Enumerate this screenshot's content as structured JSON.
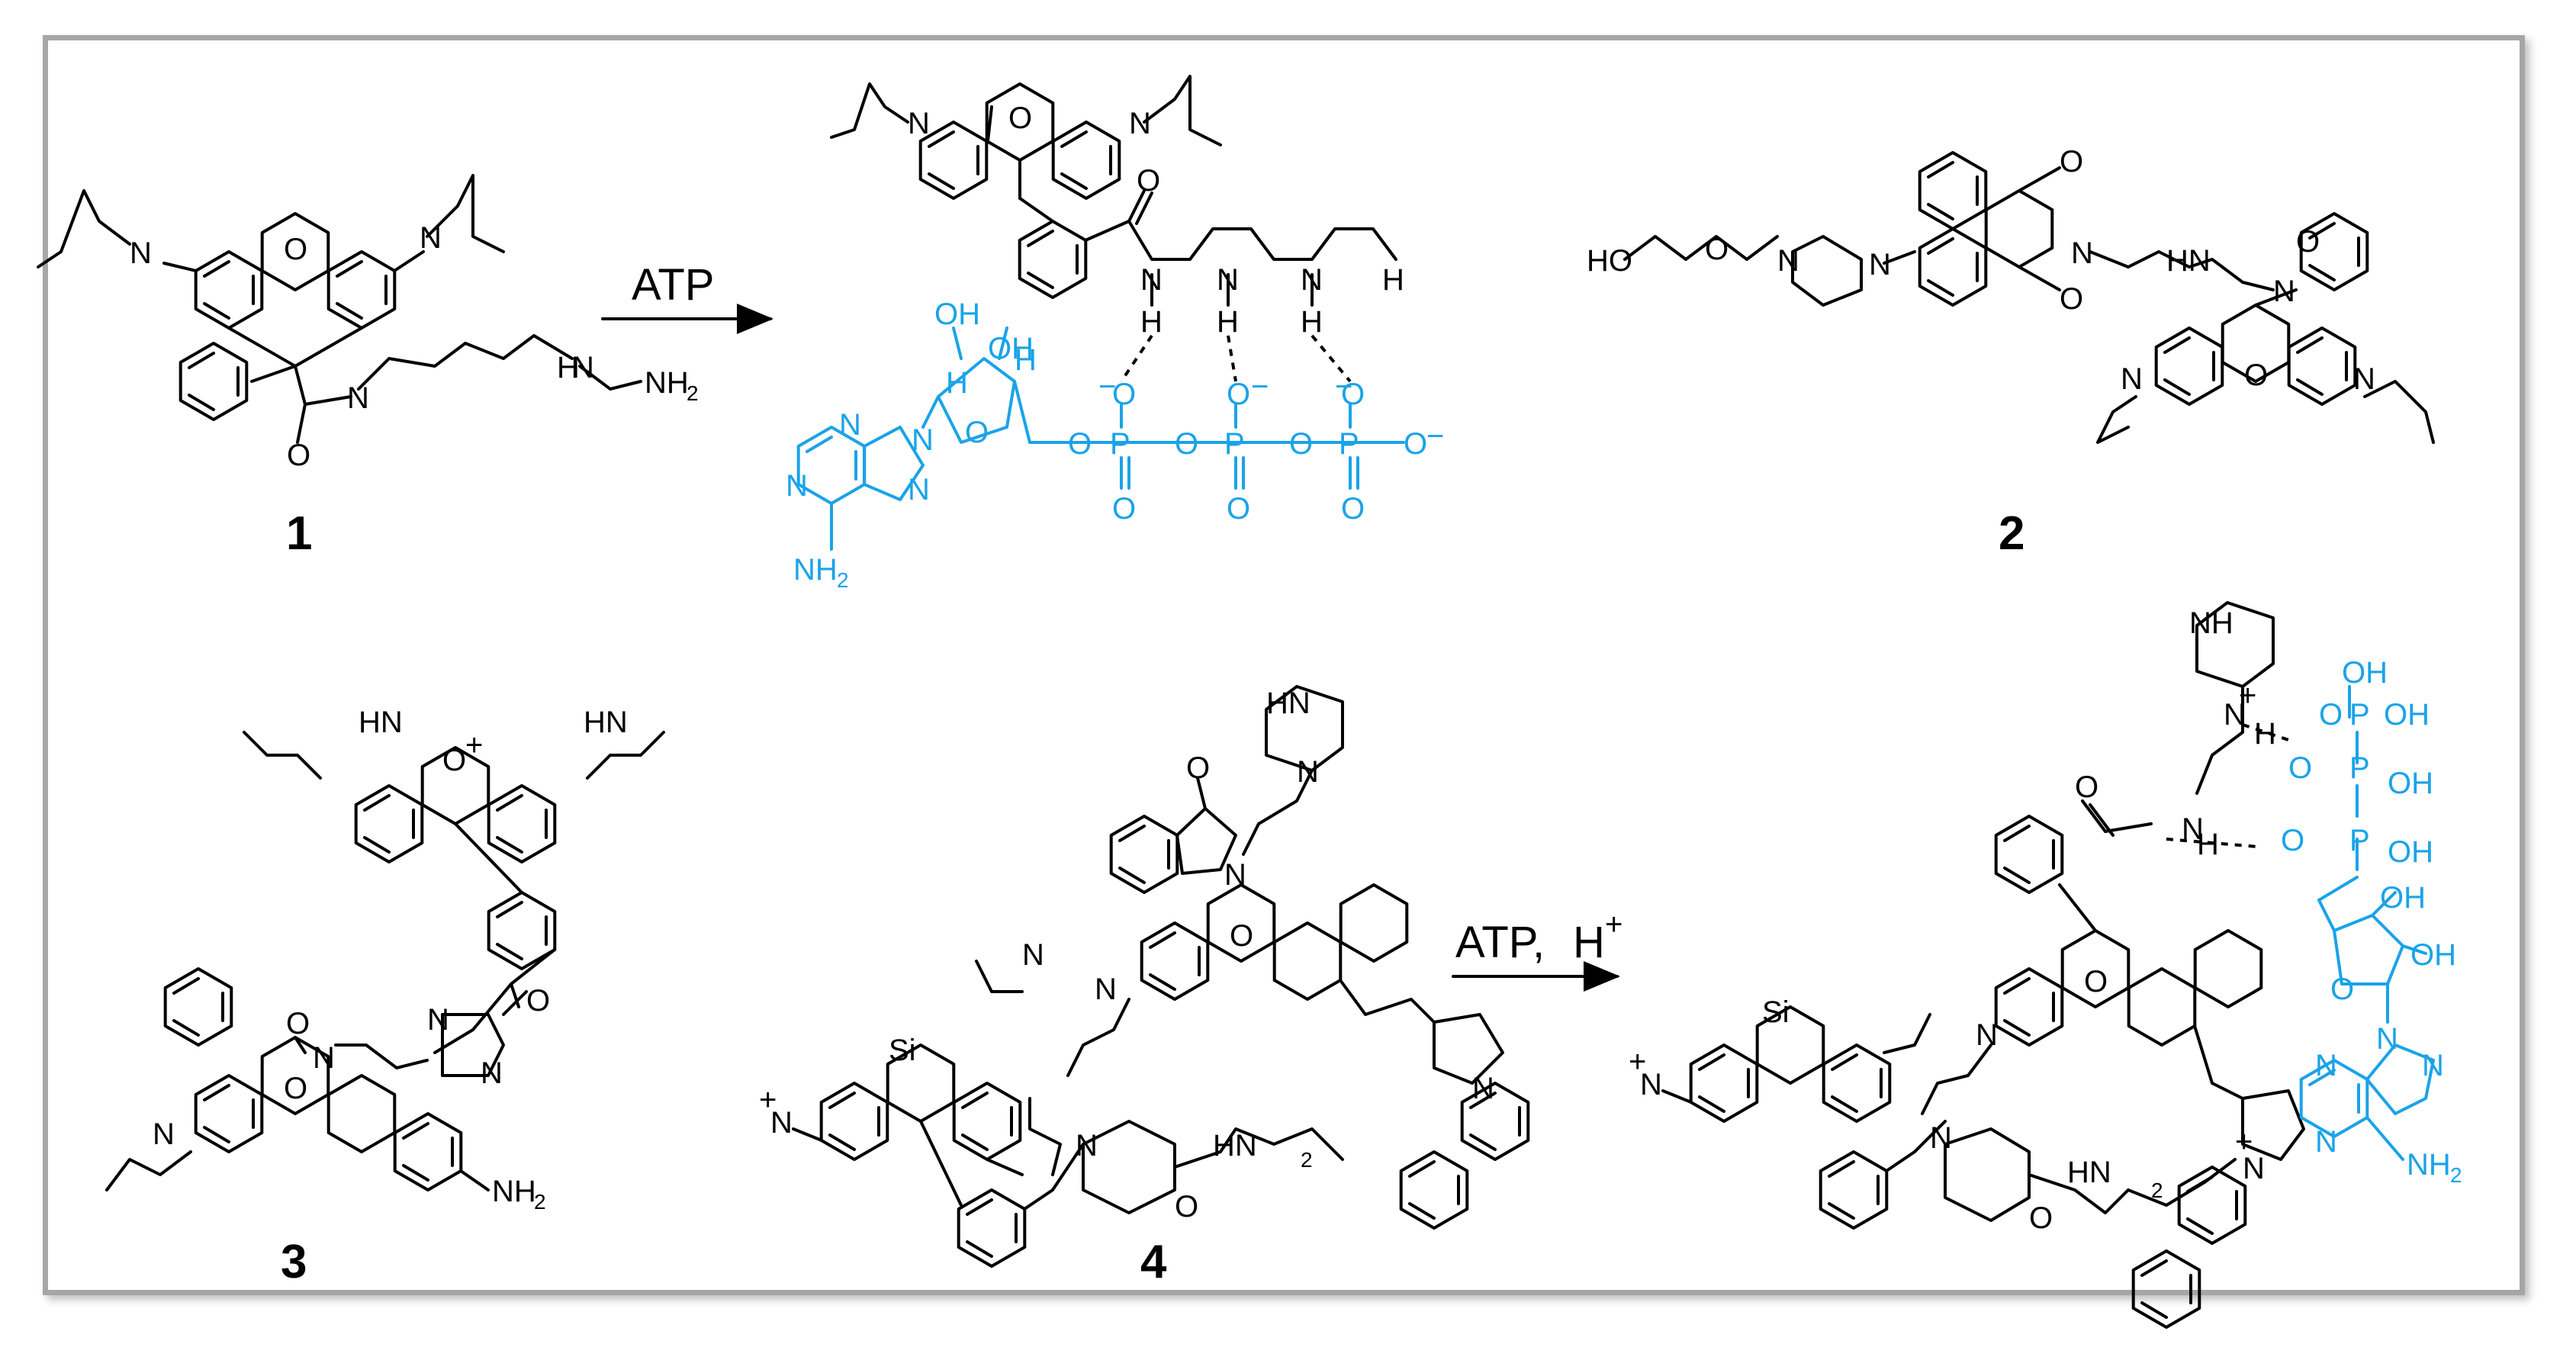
{
  "reactions": {
    "top_reagent": "ATP",
    "bottom_reagent_main": "ATP,",
    "bottom_reagent_acid": "H",
    "bottom_reagent_charge": "+"
  },
  "compound_labels": {
    "c1": "1",
    "c2": "2",
    "c3": "3",
    "c4": "4"
  },
  "atoms": {
    "N": "N",
    "O": "O",
    "H": "H",
    "NH": "NH",
    "HN": "HN",
    "NH2": "NH",
    "sub2": "2",
    "OH": "OH",
    "HO": "HO",
    "P": "P",
    "Si": "Si",
    "charge_plus": "+",
    "charge_minus": "−"
  },
  "colors": {
    "frame_border": "#a6a6a6",
    "structure": "#000000",
    "atp_highlight": "#1aa3e8"
  }
}
